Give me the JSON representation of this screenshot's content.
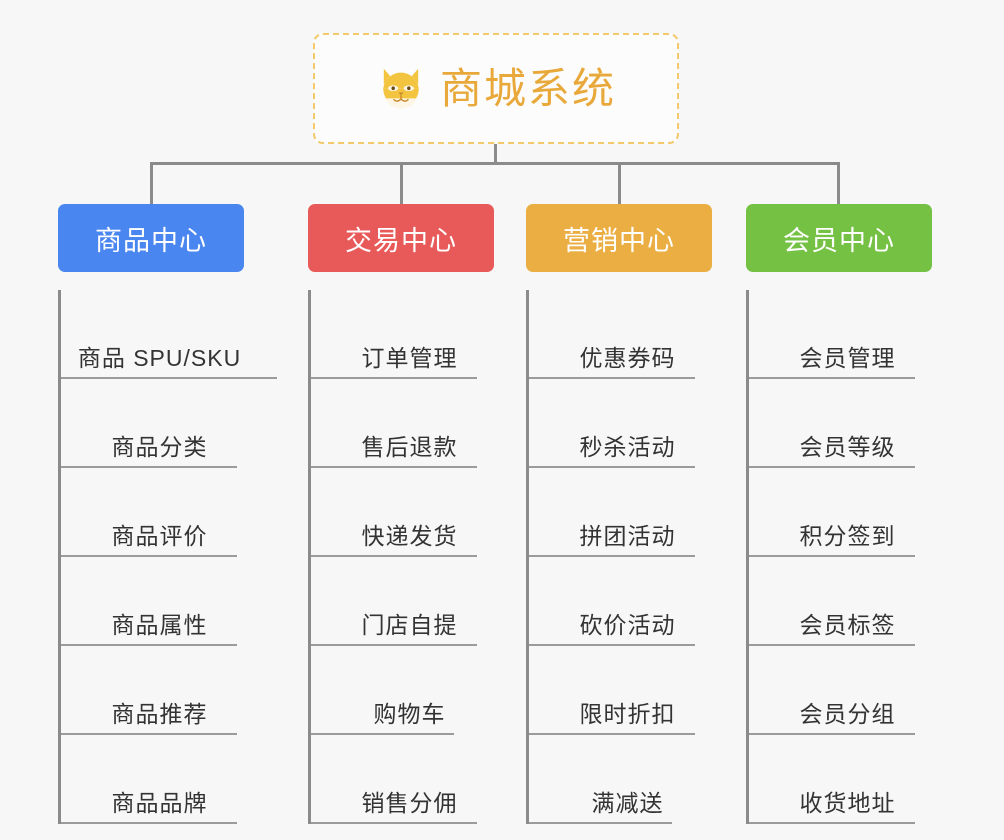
{
  "diagram": {
    "title": "商城系统",
    "root_icon": "shiba-dog-icon",
    "background_color": "#f7f7f7",
    "connector_color": "#8b8b8b",
    "root_border_color": "#f3c96b",
    "root_text_color": "#e8a93a",
    "columns": [
      {
        "label": "商品中心",
        "color": "#4a86f0",
        "items": [
          "商品 SPU/SKU",
          "商品分类",
          "商品评价",
          "商品属性",
          "商品推荐",
          "商品品牌"
        ]
      },
      {
        "label": "交易中心",
        "color": "#e85a5a",
        "items": [
          "订单管理",
          "售后退款",
          "快递发货",
          "门店自提",
          "购物车",
          "销售分佣"
        ]
      },
      {
        "label": "营销中心",
        "color": "#ebae43",
        "items": [
          "优惠券码",
          "秒杀活动",
          "拼团活动",
          "砍价活动",
          "限时折扣",
          "满减送"
        ]
      },
      {
        "label": "会员中心",
        "color": "#74c143",
        "items": [
          "会员管理",
          "会员等级",
          "积分签到",
          "会员标签",
          "会员分组",
          "收货地址"
        ]
      }
    ]
  }
}
